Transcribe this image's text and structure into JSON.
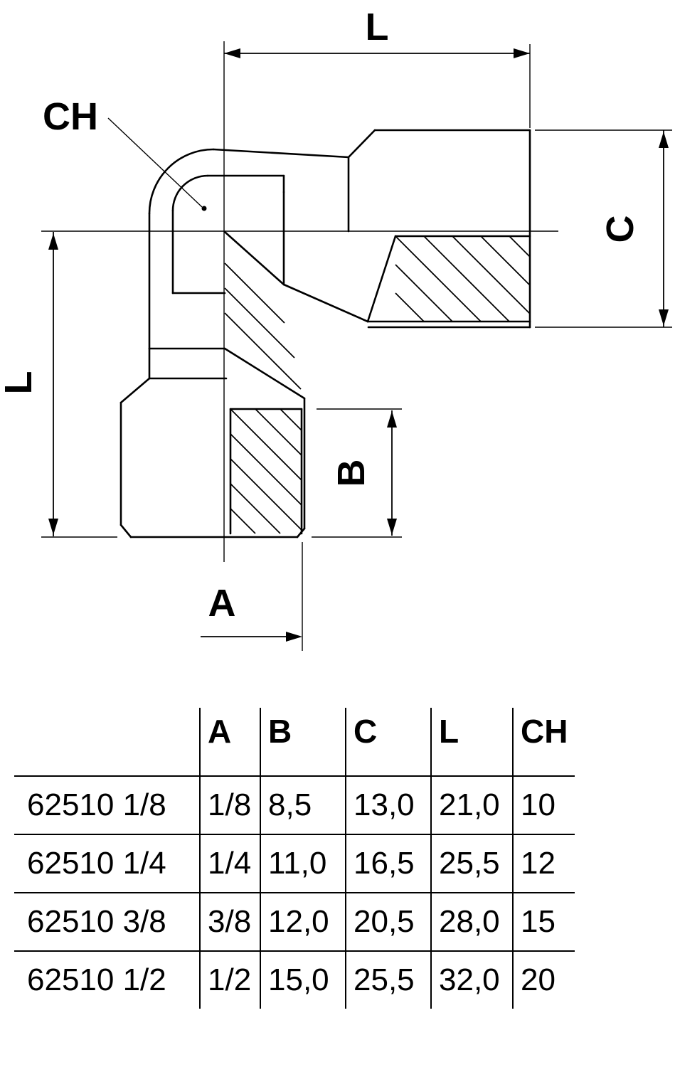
{
  "drawing": {
    "labels": {
      "top_length": "L",
      "left_length": "L",
      "right_width": "C",
      "thread_depth": "B",
      "thread_size": "A",
      "wrench_flat": "CH"
    }
  },
  "table": {
    "headers": {
      "a": "A",
      "b": "B",
      "c": "C",
      "l": "L",
      "ch": "CH"
    },
    "rows": [
      {
        "part": "62510 1/8",
        "cells": [
          "1/8",
          "8,5",
          "13,0",
          "21,0",
          "10"
        ]
      },
      {
        "part": "62510 1/4",
        "cells": [
          "1/4",
          "11,0",
          "16,5",
          "25,5",
          "12"
        ]
      },
      {
        "part": "62510 3/8",
        "cells": [
          "3/8",
          "12,0",
          "20,5",
          "28,0",
          "15"
        ]
      },
      {
        "part": "62510 1/2",
        "cells": [
          "1/2",
          "15,0",
          "25,5",
          "32,0",
          "20"
        ]
      }
    ]
  },
  "colors": {
    "line": "#000000",
    "background": "#ffffff"
  }
}
